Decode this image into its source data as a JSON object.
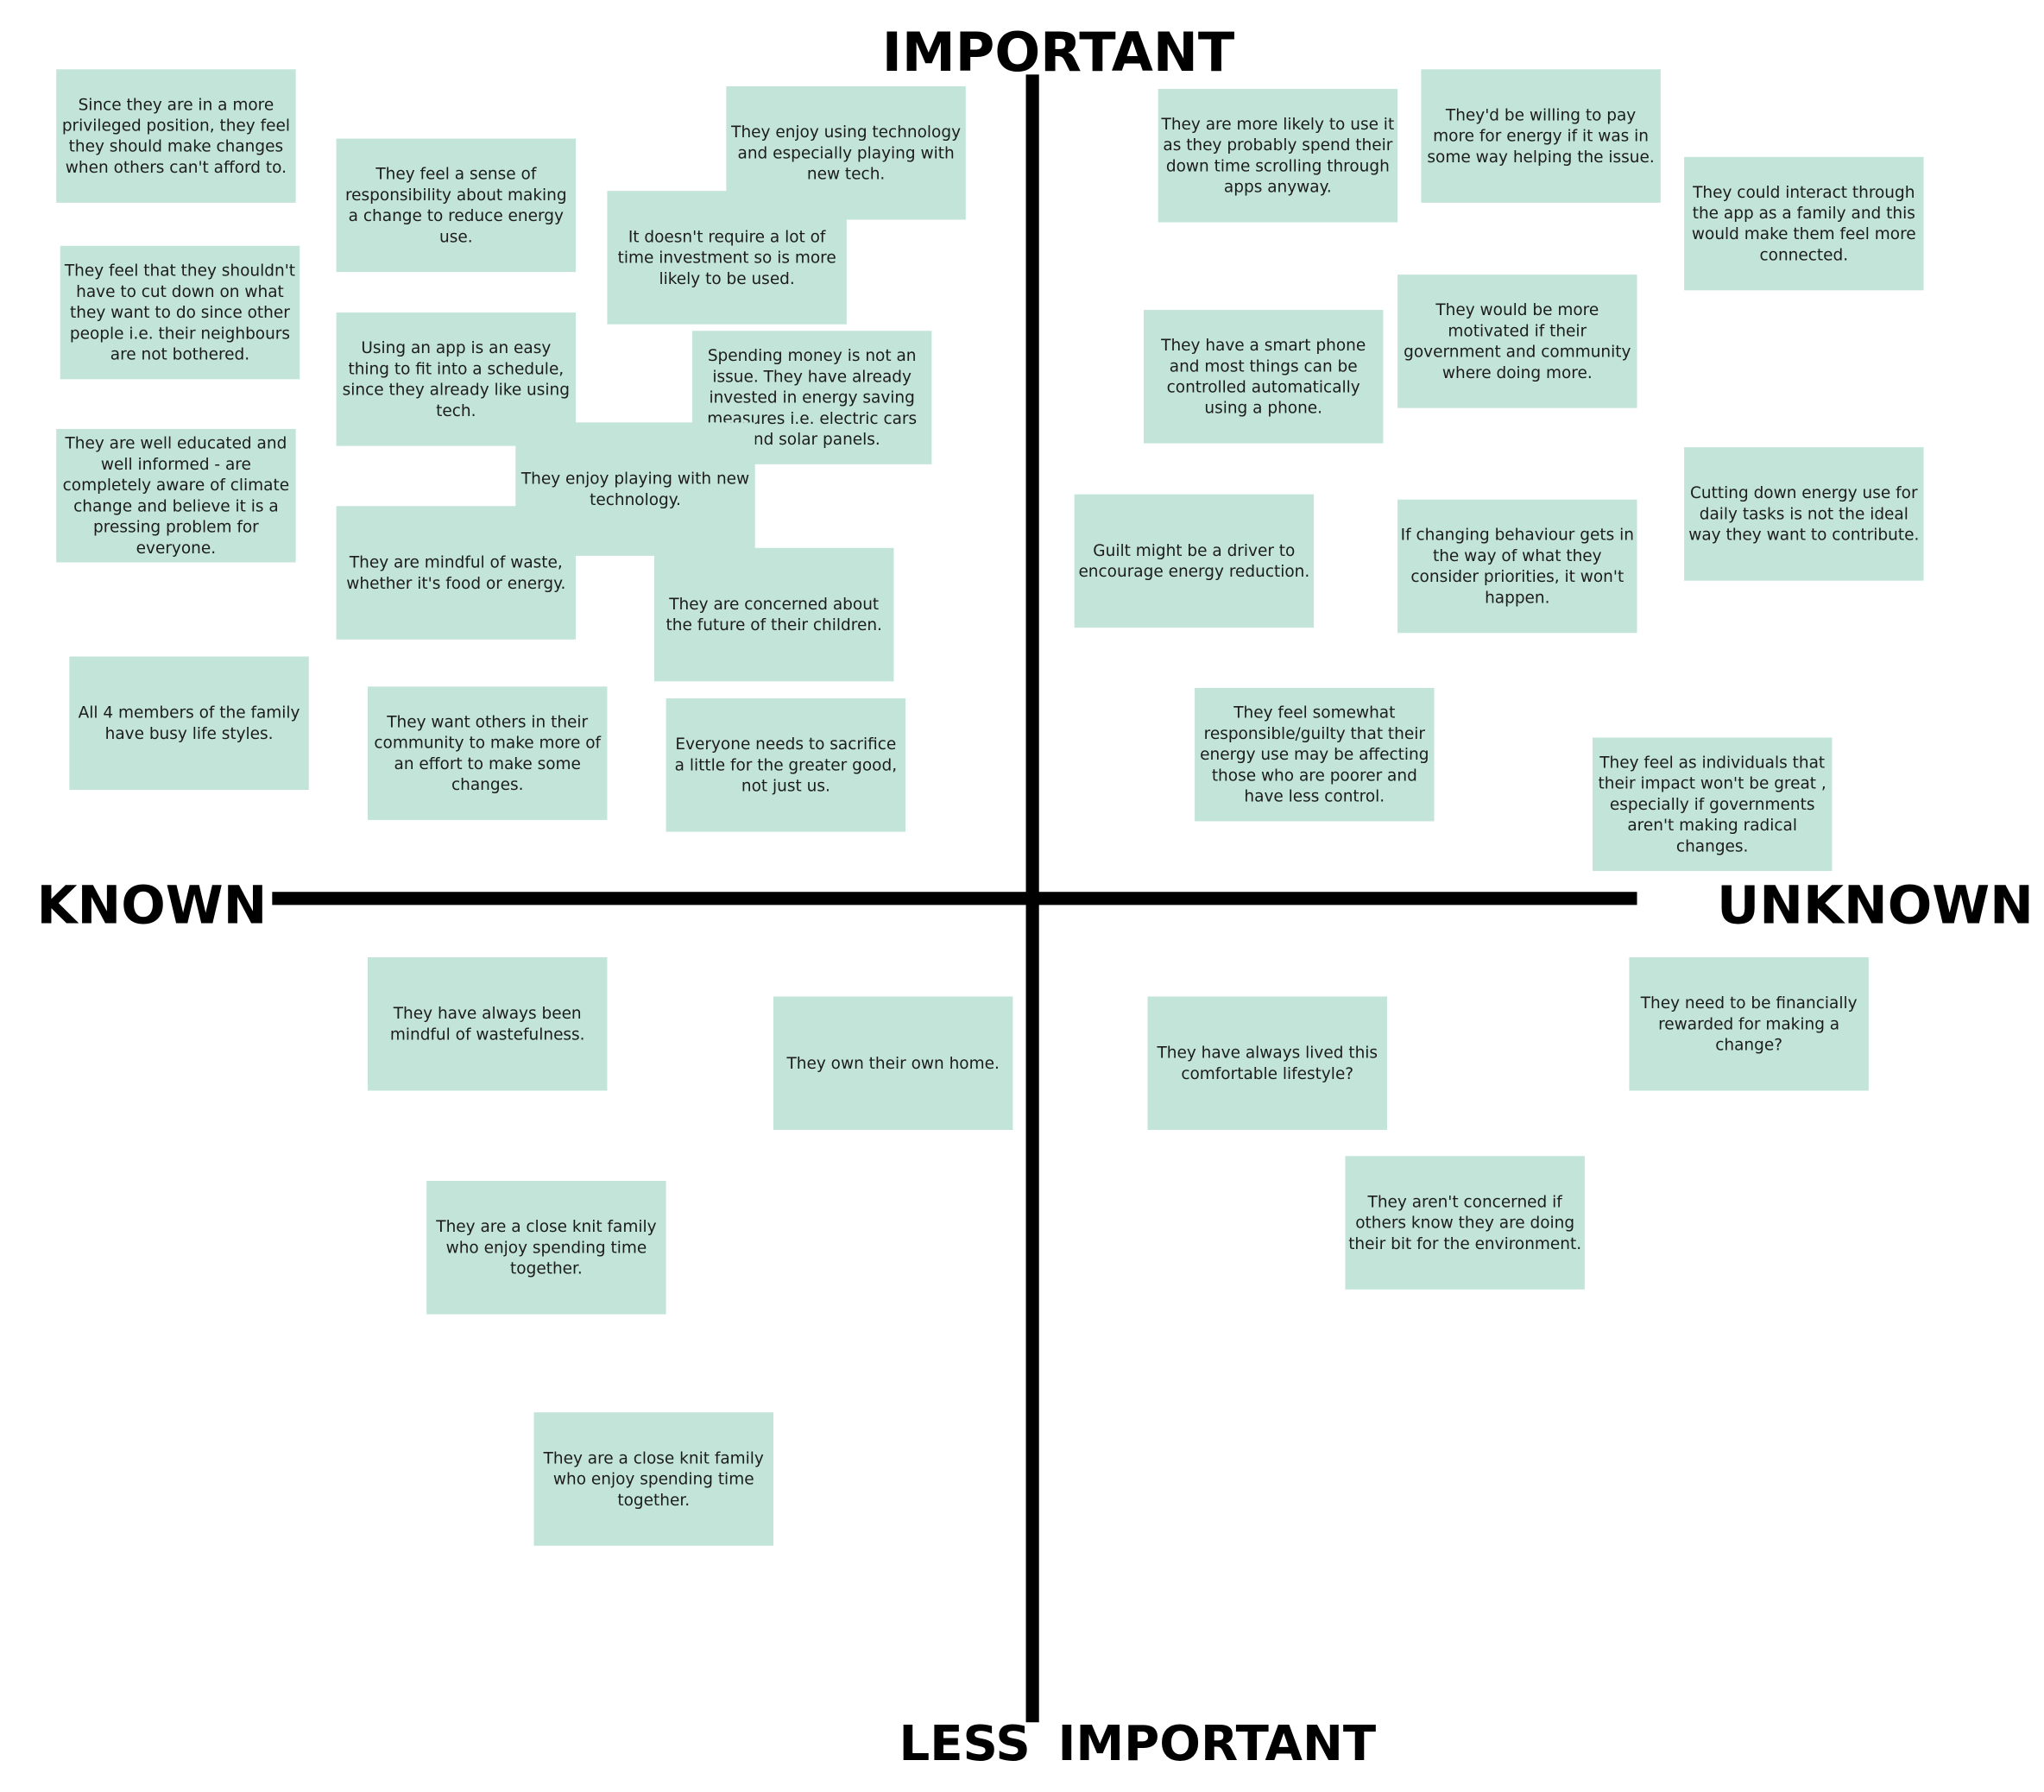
{
  "axes": {
    "top": "IMPORTANT",
    "bottom": "LESS  IMPORTANT",
    "left": "KNOWN",
    "right": "UNKNOWN"
  },
  "note_color": "#c2e4d9",
  "axis_color": "#000000",
  "notes": [
    "Since they are in a more privileged position, they feel they should make changes when others can't afford to.",
    "They feel a sense of responsibility about making a change to reduce energy use.",
    "They enjoy using technology and especially playing with new tech.",
    "It doesn't require a lot of time investment so is more likely to be used.",
    "They feel that they shouldn't have to cut down on what they want to do since other people i.e. their neighbours are not bothered.",
    "Using an app is an easy thing to fit into a schedule, since they already like using tech.",
    "Spending money is not an issue. They have already invested in energy saving measures i.e. electric cars and solar panels.",
    "They enjoy playing with new technology.",
    "They are well educated and well informed - are completely aware of climate change and believe it is a pressing problem for everyone.",
    "They are mindful of waste, whether it's food or energy.",
    "They are concerned about the future of their children.",
    "All 4 members of the family have busy life styles.",
    "They want others in their community to make more of an effort to make some changes.",
    "Everyone needs to sacrifice a little for the greater good, not just us.",
    "They are more likely to use it as they probably spend their down time scrolling through apps anyway.",
    "They'd be willing to pay more for energy if it was in some way helping the issue.",
    "They could interact through the app as a family and this would make them feel more connected.",
    "They have a smart phone and most things can be controlled automatically using a phone.",
    "They would be more motivated if their government and community where doing more.",
    "Guilt might be a driver to encourage energy reduction.",
    "If changing behaviour gets in the way of what they consider priorities, it won't happen.",
    "Cutting down energy use for daily tasks is not the ideal way they want to contribute.",
    "They feel somewhat responsible/guilty that their energy use may be affecting those who are poorer and have less control.",
    "They feel as individuals that their impact won't be great , especially if governments aren't making radical changes.",
    "They have always been mindful of wastefulness.",
    "They own their own home.",
    "They are a close knit family who enjoy spending time together.",
    "They are a close knit family who enjoy spending time together.",
    "They have always lived this comfortable lifestyle?",
    "They need to be financially rewarded for making a change?",
    "They aren't concerned if others know they are doing their bit for the environment."
  ]
}
